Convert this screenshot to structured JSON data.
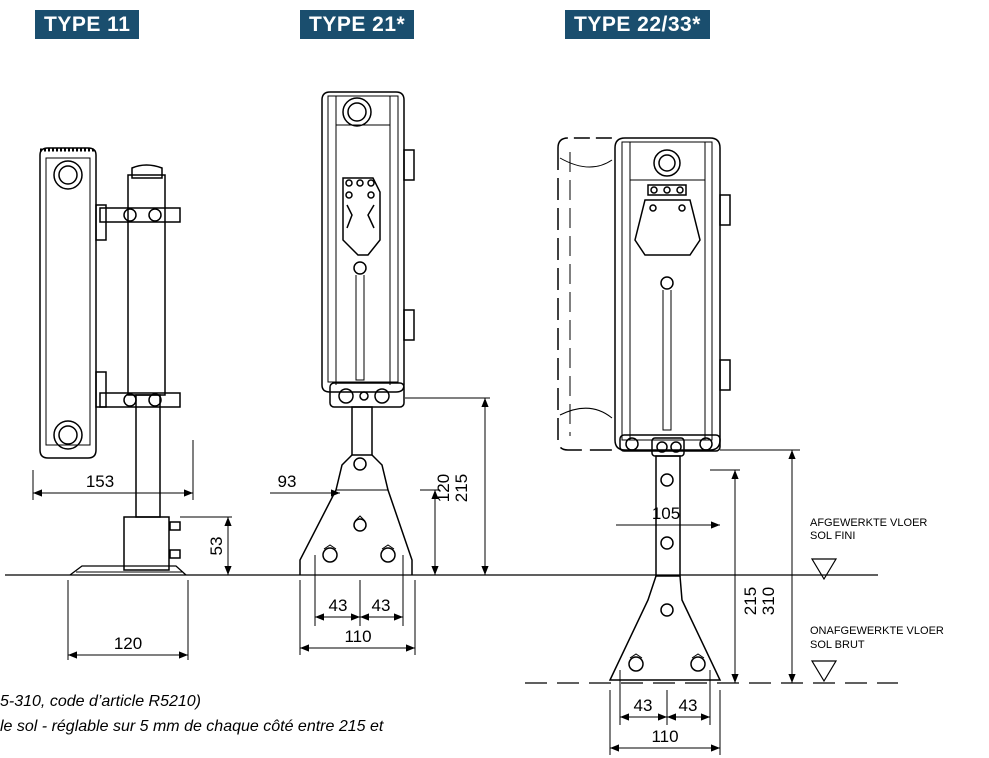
{
  "headers": {
    "type11": "TYPE 11",
    "type21": "TYPE 21*",
    "type2233": "TYPE 22/33*"
  },
  "dimensions": {
    "d153": "153",
    "d120_base": "120",
    "d53": "53",
    "d93": "93",
    "d120_v": "120",
    "d215_a": "215",
    "d43_a1": "43",
    "d43_a2": "43",
    "d110_a": "110",
    "d105": "105",
    "d215_b": "215",
    "d310": "310",
    "d43_b1": "43",
    "d43_b2": "43",
    "d110_b": "110"
  },
  "floor_labels": {
    "finished_nl": "AFGEWERKTE VLOER",
    "finished_fr": "SOL FINI",
    "rough_nl": "ONAFGEWERKTE VLOER",
    "rough_fr": "SOL BRUT"
  },
  "notes": {
    "line1": "5-310, code d’article R5210)",
    "line2": "le sol - réglable sur 5 mm de chaque côté entre 215 et"
  }
}
